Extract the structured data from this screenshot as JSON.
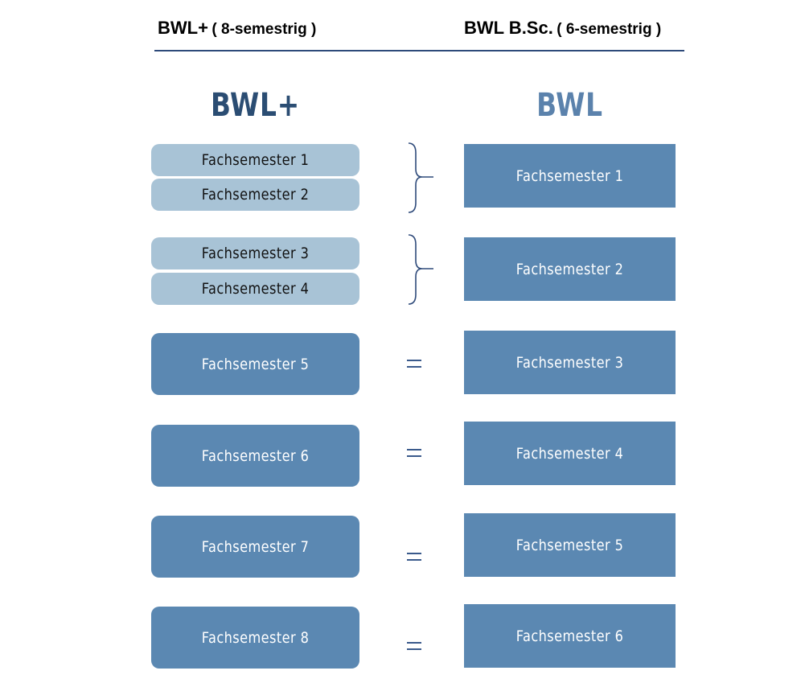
{
  "header": {
    "left_title": "BWL+",
    "left_subtitle": "( 8-semestrig )",
    "right_title": "BWL B.Sc.",
    "right_subtitle": "( 6-semestrig )"
  },
  "columns": {
    "left_title": "BWL+",
    "right_title": "BWL"
  },
  "left_semesters": [
    "Fachsemester 1",
    "Fachsemester 2",
    "Fachsemester 3",
    "Fachsemester 4",
    "Fachsemester 5",
    "Fachsemester 6",
    "Fachsemester 7",
    "Fachsemester 8"
  ],
  "right_semesters": [
    "Fachsemester 1",
    "Fachsemester 2",
    "Fachsemester 3",
    "Fachsemester 4",
    "Fachsemester 5",
    "Fachsemester 6"
  ],
  "colors": {
    "light_box": "#a8c3d6",
    "dark_box": "#5b88b2",
    "left_title": "#2b4d73",
    "right_title": "#5b82ac",
    "rule": "#2e4a7a"
  }
}
